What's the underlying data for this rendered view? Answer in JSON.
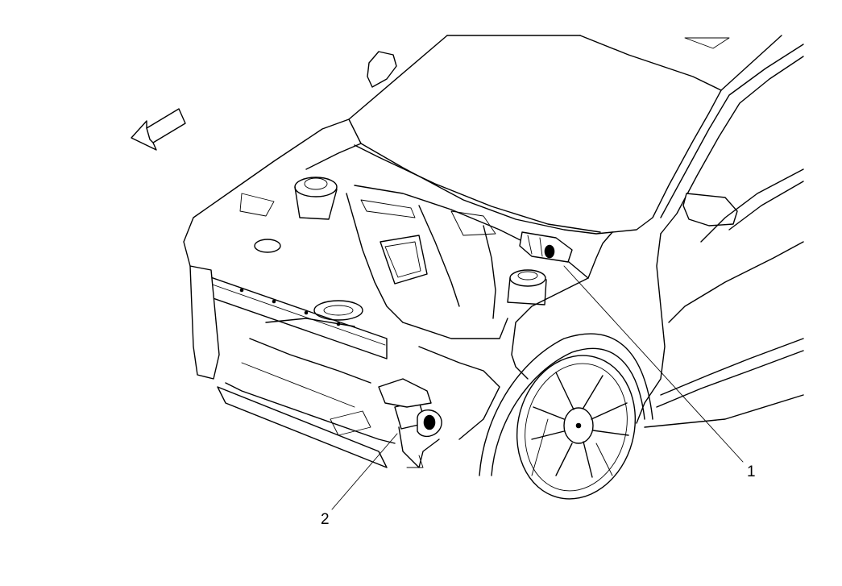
{
  "callouts": [
    {
      "id": "1",
      "label": "1",
      "part": "hood-latch-area"
    },
    {
      "id": "2",
      "label": "2",
      "part": "front-horn-bracket"
    }
  ],
  "icons": {
    "direction_arrow": "front-direction-arrow-icon"
  },
  "colors": {
    "line": "#000000",
    "background": "#ffffff"
  }
}
